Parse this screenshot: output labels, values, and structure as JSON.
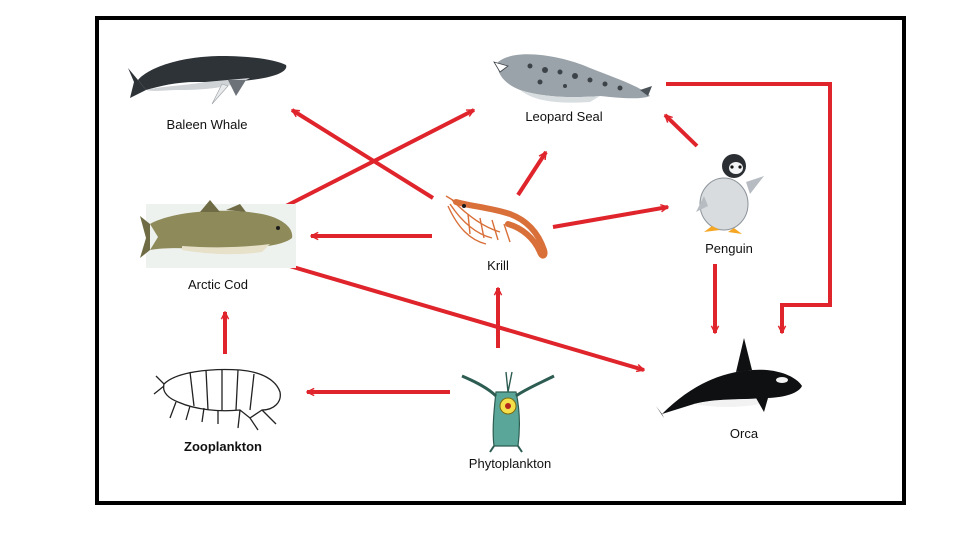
{
  "colors": {
    "arrow": "#e0242c",
    "frame": "#000000",
    "background": "#ffffff"
  },
  "organisms": {
    "baleen_whale": {
      "label": "Baleen Whale",
      "icon": "whale-icon"
    },
    "leopard_seal": {
      "label": "Leopard Seal",
      "icon": "seal-icon"
    },
    "arctic_cod": {
      "label": "Arctic Cod",
      "icon": "fish-icon"
    },
    "krill": {
      "label": "Krill",
      "icon": "krill-icon"
    },
    "penguin": {
      "label": "Penguin",
      "icon": "penguin-icon"
    },
    "zooplankton": {
      "label": "Zooplankton",
      "icon": "zooplankton-icon"
    },
    "phytoplankton": {
      "label": "Phytoplankton",
      "icon": "phytoplankton-icon"
    },
    "orca": {
      "label": "Orca",
      "icon": "orca-icon"
    }
  },
  "links": [
    {
      "from": "krill",
      "to": "baleen_whale"
    },
    {
      "from": "arctic_cod",
      "to": "leopard_seal"
    },
    {
      "from": "krill",
      "to": "leopard_seal"
    },
    {
      "from": "krill",
      "to": "arctic_cod"
    },
    {
      "from": "krill",
      "to": "penguin"
    },
    {
      "from": "penguin",
      "to": "leopard_seal"
    },
    {
      "from": "leopard_seal",
      "to": "orca"
    },
    {
      "from": "penguin",
      "to": "orca"
    },
    {
      "from": "arctic_cod",
      "to": "orca"
    },
    {
      "from": "zooplankton",
      "to": "arctic_cod"
    },
    {
      "from": "phytoplankton",
      "to": "zooplankton"
    },
    {
      "from": "phytoplankton",
      "to": "krill"
    }
  ]
}
